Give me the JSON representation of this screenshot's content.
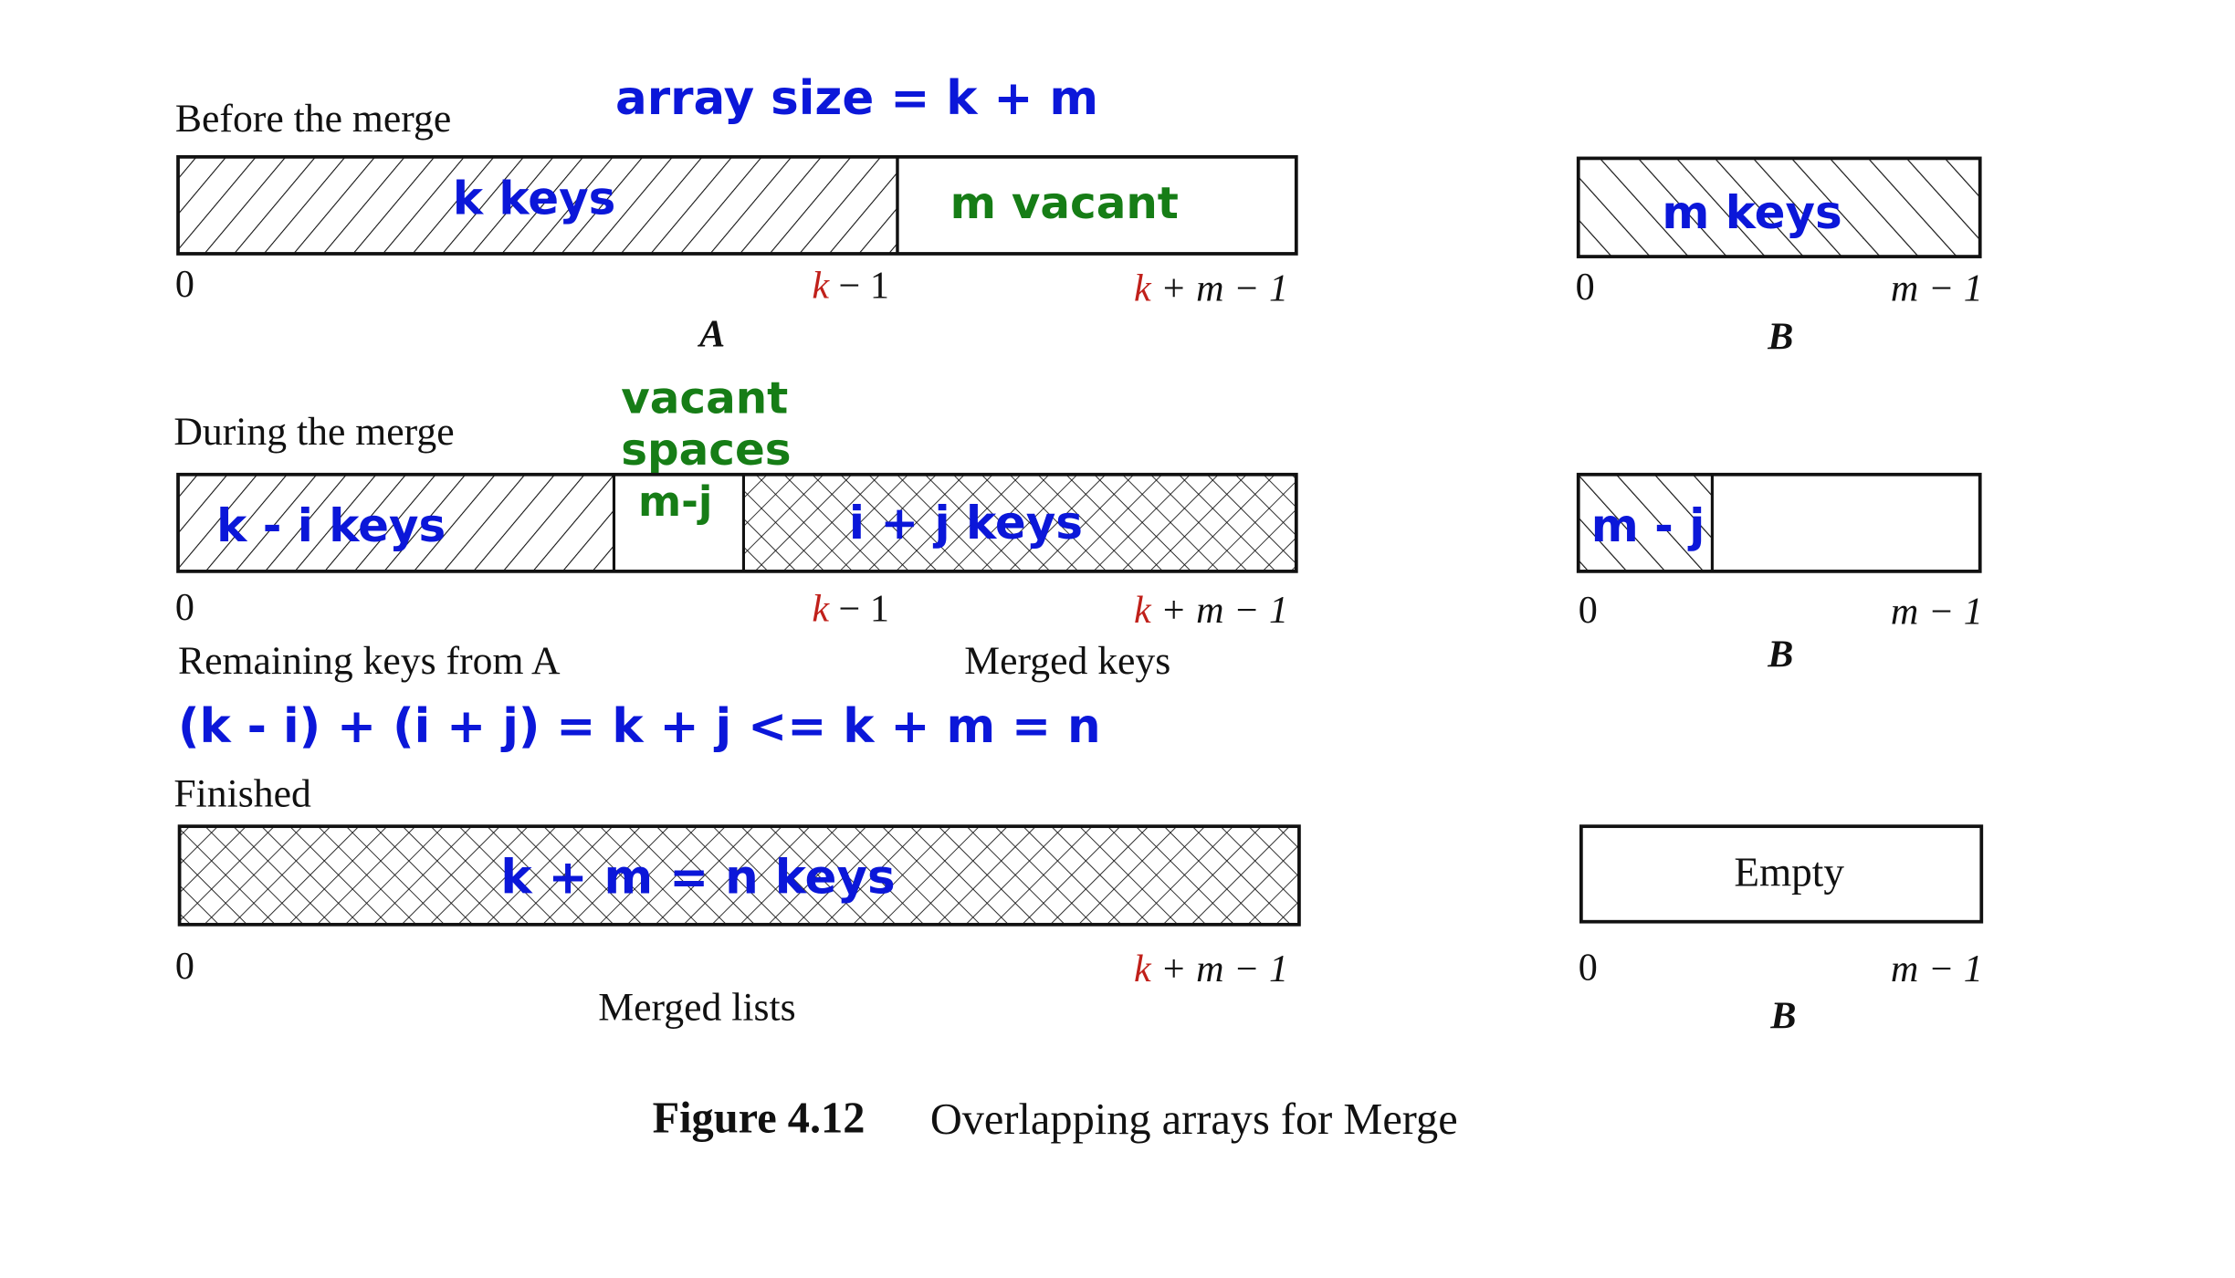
{
  "colors": {
    "annotation_blue": "#0b17d9",
    "annotation_green": "#167d16",
    "index_red": "#c0201a"
  },
  "annotations": {
    "array_size": "array size = k + m",
    "k_keys": "k keys",
    "m_vacant": "m vacant",
    "m_keys": "m keys",
    "vacant_spaces_1": "vacant",
    "vacant_spaces_2": "spaces",
    "m_minus_j_green": "m-j",
    "k_minus_i_keys": "k - i keys",
    "i_plus_j_keys": "i + j keys",
    "m_minus_j_blue": "m - j",
    "formula": "(k - i) + (i + j) = k + j <= k + m = n",
    "k_m_n_keys": "k + m = n keys"
  },
  "sections": {
    "before": "Before the merge",
    "during": "During the merge",
    "finished": "Finished"
  },
  "indices": {
    "zero": "0",
    "k": "k",
    "minus_one": " − 1",
    "plus_m_minus_one": " + m − 1",
    "m_minus_one": "m − 1"
  },
  "array_labels": {
    "A": "A",
    "B": "B",
    "remaining": "Remaining keys from A",
    "merged_keys": "Merged keys",
    "merged_lists": "Merged lists",
    "empty": "Empty"
  },
  "caption": {
    "number": "Figure 4.12",
    "text": "Overlapping arrays for Merge"
  }
}
